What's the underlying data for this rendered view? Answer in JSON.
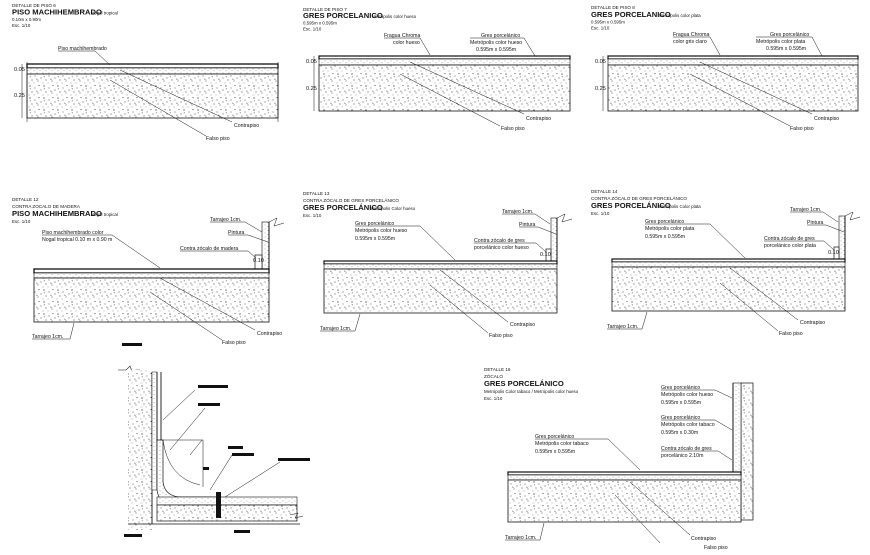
{
  "details": [
    {
      "id": "d6",
      "detalle": "DETALLE DE PISO 6",
      "title": "PISO MACHIHEMBRADO",
      "title_suffix": "Nogal tropical",
      "line2": "0.10m x 0.90m",
      "scale": "Esc. 1/10",
      "labels": {
        "top": "Piso machihembrado",
        "contrapiso": "Contrapiso",
        "falso_piso": "Falso piso"
      },
      "dims": {
        "a": "0.05",
        "b": "0.25"
      }
    },
    {
      "id": "d7",
      "detalle": "DETALLE DE PISO 7",
      "title": "GRES PORCELANICO",
      "title_suffix": "Metrópolis color hueso",
      "line2": "0.595m x 0.595m",
      "scale": "Esc. 1/10",
      "labels": {
        "fragua_1": "Fragua Chroma",
        "fragua_2": "color hueso",
        "gres_1": "Gres porcelánico",
        "gres_2": "Metrópolis color hueso",
        "gres_3": "0.595m x 0.595m",
        "contrapiso": "Contrapiso",
        "falso_piso": "Falso piso"
      },
      "dims": {
        "a": "0.05",
        "b": "0.25"
      }
    },
    {
      "id": "d8",
      "detalle": "DETALLE DE PISO 8",
      "title": "GRES PORCELANICO",
      "title_suffix": "Metrópolis color plata",
      "line2": "0.595m x 0.595m",
      "scale": "Esc. 1/10",
      "labels": {
        "fragua_1": "Fragua Chroma",
        "fragua_2": "color gris claro",
        "gres_1": "Gres porcelánico",
        "gres_2": "Metrópolis color plata",
        "gres_3": "0.595m x 0.595m",
        "contrapiso": "Contrapiso",
        "falso_piso": "Falso piso"
      },
      "dims": {
        "a": "0.05",
        "b": "0.25"
      }
    },
    {
      "id": "d12",
      "detalle": "DETALLE 12",
      "sub": "CONTRA ZOCALO DE MADERA",
      "title": "PISO MACHIHEMBRADO",
      "title_suffix": "Nogal tropical",
      "scale": "Esc. 1/10",
      "labels": {
        "tarrajeo_top": "Tarrajeo 1cm.",
        "pintura": "Pintura",
        "piso_1": "Piso machihembrado color",
        "piso_2": "Nogal tropical 0.10 m x 0.90 m",
        "contra": "Contra zócalo de madera",
        "tarrajeo_bottom": "Tarrajeo 1cm.",
        "contrapiso": "Contrapiso",
        "falso_piso": "Falso piso"
      },
      "dims": {
        "z": "0.10"
      }
    },
    {
      "id": "d13",
      "detalle": "DETALLE 13",
      "sub": "CONTRA ZÓCALO DE GRES PORCELÁNICO",
      "title": "GRES PORCELÁNICO",
      "title_suffix": "Metrópolis Color hueso",
      "scale": "Esc. 1/10",
      "labels": {
        "tarrajeo_top": "Tarrajeo 1cm.",
        "pintura": "Pintura",
        "gres_1": "Gres porcelánico",
        "gres_2": "Metrópolis color hueso",
        "gres_3": "0.595m x 0.595m",
        "contra_1": "Contra zócalo de gres",
        "contra_2": "porcelánico color hueso",
        "tarrajeo_bottom": "Tarrajeo 1cm.",
        "contrapiso": "Contrapiso",
        "falso_piso": "Falso piso"
      },
      "dims": {
        "z": "0.10"
      }
    },
    {
      "id": "d14",
      "detalle": "DETALLE 14",
      "sub": "CONTRA ZÓCALO DE GRES PORCELÁNICO",
      "title": "GRES PORCELÁNICO",
      "title_suffix": "Metrópolis Color plata",
      "scale": "Esc. 1/10",
      "labels": {
        "tarrajeo_top": "Tarrajeo 1cm.",
        "pintura": "Pintura",
        "gres_1": "Gres porcelánico",
        "gres_2": "Metrópolis color plata",
        "gres_3": "0.595m x 0.595m",
        "contra_1": "Contra zócalo de gres",
        "contra_2": "porcelánico color plata",
        "tarrajeo_bottom": "Tarrajeo 1cm.",
        "contrapiso": "Contrapiso",
        "falso_piso": "Falso piso"
      },
      "dims": {
        "z": "0.10"
      }
    },
    {
      "id": "d16",
      "detalle": "DETALLE 16",
      "sub": "ZÓCALO",
      "title": "GRES PORCELÁNICO",
      "line2": "Metrópolis Color tabaco / Metrópolis color hueso",
      "scale": "Esc. 1/10",
      "labels": {
        "w1": "Gres porcelánico",
        "w2": "Metrópolis color hueso",
        "w3": "0.595m x 0.595m",
        "w4": "Gres porcelánico",
        "w5": "Metrópolis color tabaco",
        "w6": "0.595m x 0.30m",
        "w7": "Contra zócalo de gres",
        "w8": "porcelánico 2.10m",
        "f1": "Gres porcelánico",
        "f2": "Metrópolis color tabaco",
        "f3": "0.595m x 0.595m",
        "tarrajeo": "Tarrajeo 1cm.",
        "contrapiso": "Contrapiso",
        "falso_piso": "Falso piso"
      }
    }
  ]
}
